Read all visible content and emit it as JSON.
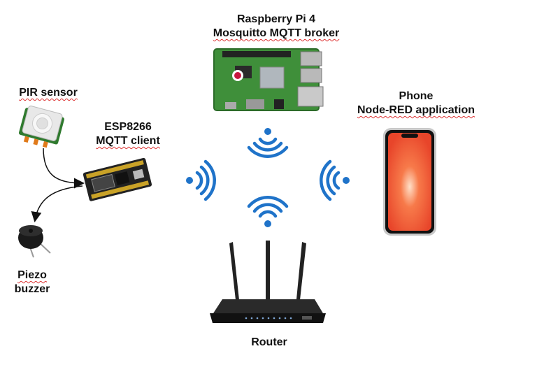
{
  "labels": {
    "pi_line1": "Raspberry Pi 4",
    "pi_line2": "Mosquitto MQTT broker",
    "pir": "PIR sensor",
    "esp_line1": "ESP8266",
    "esp_line2": "MQTT client",
    "phone_line1": "Phone",
    "phone_line2": "Node-RED application",
    "piezo_line1": "Piezo",
    "piezo_line2": "buzzer",
    "router": "Router"
  },
  "colors": {
    "wifi": "#1f73c9",
    "pcb": "#3f8f3a",
    "phone_screen": "#f2603a",
    "router_body": "#1a1a1a"
  }
}
